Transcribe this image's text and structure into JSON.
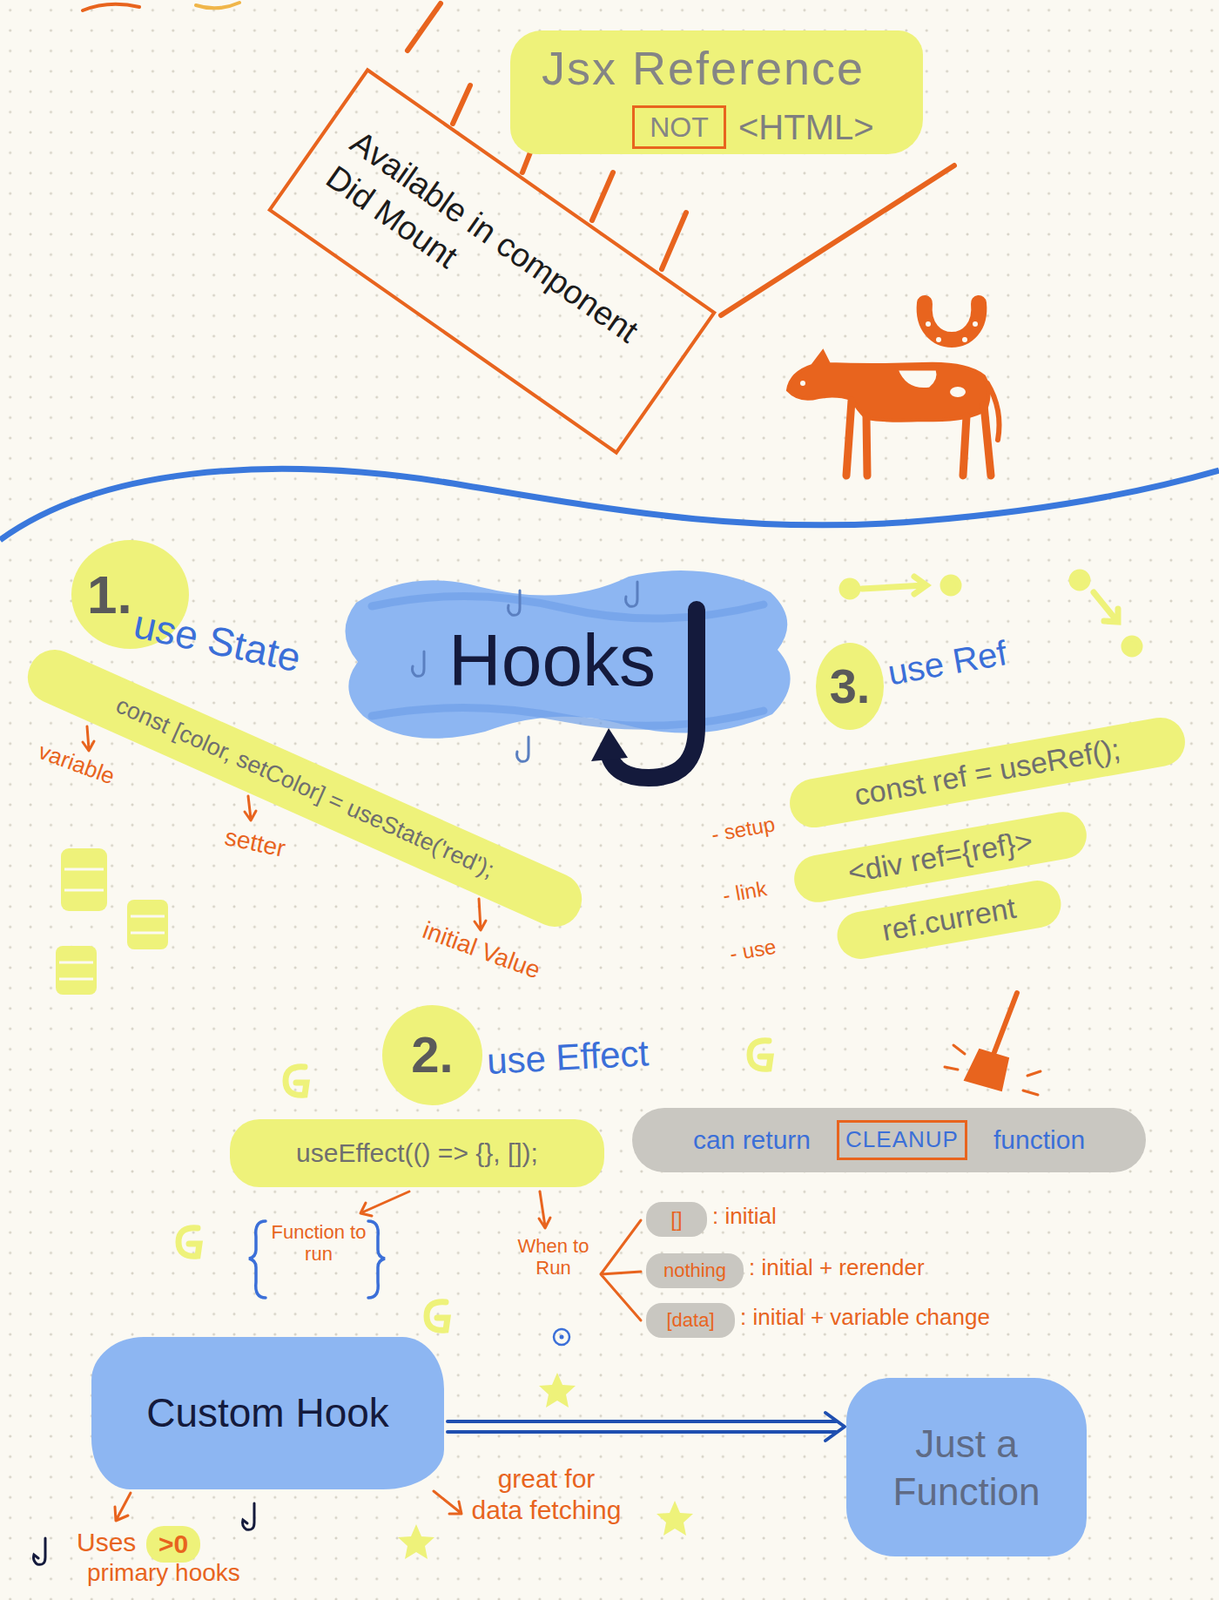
{
  "diagram": {
    "nodes": [
      {
        "text": [
          "Jsx Reference",
          "<HTML>"
        ]
      },
      {
        "text": [
          "NOT"
        ],
        "in": 0
      },
      {
        "text": [
          "Available in component Did Mount"
        ]
      },
      {
        "text": [
          "1."
        ]
      },
      {
        "text": [
          "Hooks"
        ]
      },
      {
        "text": [
          "3."
        ]
      },
      {
        "text": [
          "const [color, setColor] = useState('red');"
        ]
      },
      {
        "text": [
          "const ref = useRef();"
        ]
      },
      {
        "text": [
          "<div ref={ref}>"
        ]
      },
      {
        "text": [
          "ref.current"
        ]
      },
      {
        "text": [
          "2."
        ]
      },
      {
        "text": [
          "useEffect(() => {}, []);"
        ]
      },
      {
        "text": [
          "can return",
          "function"
        ]
      },
      {
        "text": [
          "CLEANUP"
        ],
        "in": 12
      },
      {
        "text": [
          "[]"
        ]
      },
      {
        "text": [
          "nothing"
        ]
      },
      {
        "text": [
          "[data]"
        ]
      },
      {
        "text": [
          "Custom Hook"
        ]
      },
      {
        "text": [
          "Just a Function"
        ]
      },
      {
        "text": [
          ">0"
        ]
      }
    ],
    "edges": [
      {
        "from": 17,
        "to": 18,
        "arrow": "to"
      }
    ],
    "labels": [
      "use State",
      "variable",
      "setter",
      "initial Value",
      "use Ref",
      "- setup",
      "- link",
      "- use",
      "use Effect",
      "Function to run",
      "When to Run",
      ": initial",
      ": initial + rerender",
      ": initial + variable change",
      "Uses",
      "primary hooks",
      "great for data fetching"
    ]
  }
}
